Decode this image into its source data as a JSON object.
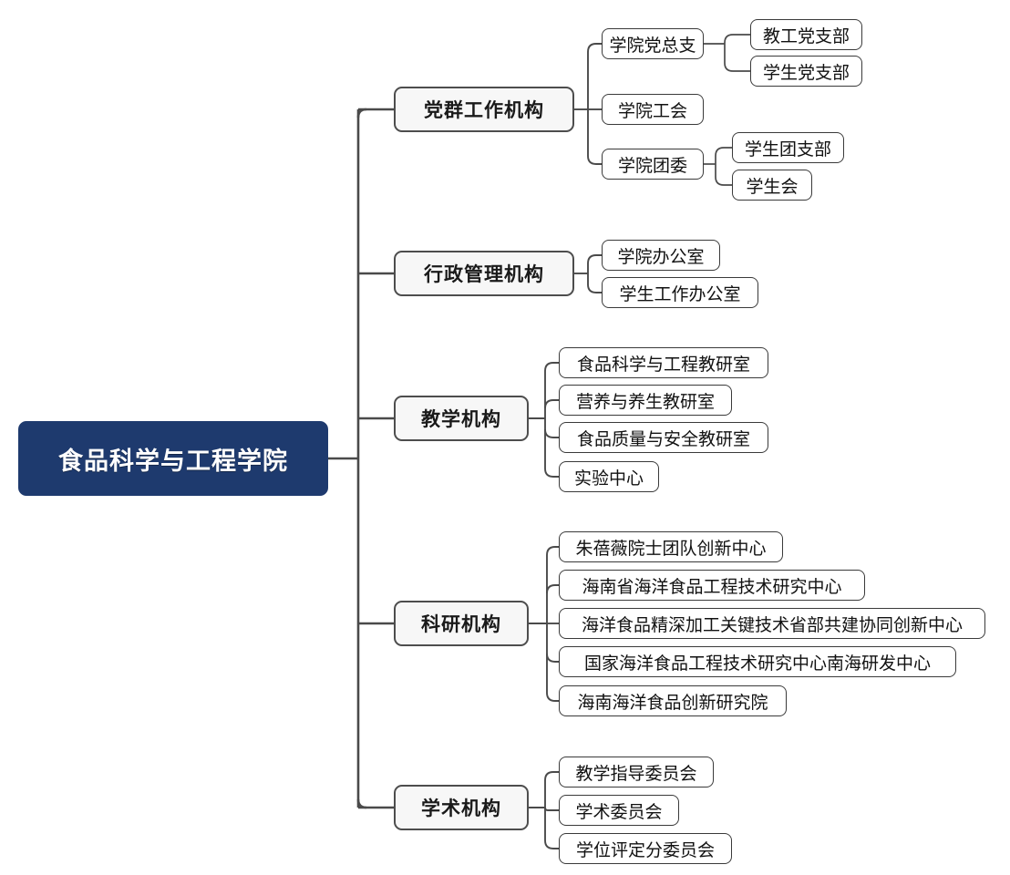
{
  "diagram": {
    "type": "organization-tree",
    "orientation": "left-to-right",
    "colors": {
      "root_fill": "#1e3a6e",
      "root_text": "#ffffff",
      "category_fill": "#f7f7f7",
      "category_border": "#4d4d4d",
      "leaf_fill": "#ffffff",
      "leaf_border": "#3a3a3a",
      "connector": "#4a4a4a",
      "background": "#ffffff"
    },
    "root": {
      "label": "食品科学与工程学院"
    },
    "branches": [
      {
        "label": "党群工作机构",
        "children": [
          {
            "label": "学院党总支",
            "children": [
              {
                "label": "教工党支部"
              },
              {
                "label": "学生党支部"
              }
            ]
          },
          {
            "label": "学院工会",
            "children": []
          },
          {
            "label": "学院团委",
            "children": [
              {
                "label": "学生团支部"
              },
              {
                "label": "学生会"
              }
            ]
          }
        ]
      },
      {
        "label": "行政管理机构",
        "children": [
          {
            "label": "学院办公室",
            "children": []
          },
          {
            "label": "学生工作办公室",
            "children": []
          }
        ]
      },
      {
        "label": "教学机构",
        "children": [
          {
            "label": "食品科学与工程教研室",
            "children": []
          },
          {
            "label": "营养与养生教研室",
            "children": []
          },
          {
            "label": "食品质量与安全教研室",
            "children": []
          },
          {
            "label": "实验中心",
            "children": []
          }
        ]
      },
      {
        "label": "科研机构",
        "children": [
          {
            "label": "朱蓓薇院士团队创新中心",
            "children": []
          },
          {
            "label": "海南省海洋食品工程技术研究中心",
            "children": []
          },
          {
            "label": "海洋食品精深加工关键技术省部共建协同创新中心",
            "children": []
          },
          {
            "label": "国家海洋食品工程技术研究中心南海研发中心",
            "children": []
          },
          {
            "label": "海南海洋食品创新研究院",
            "children": []
          }
        ]
      },
      {
        "label": "学术机构",
        "children": [
          {
            "label": "教学指导委员会",
            "children": []
          },
          {
            "label": "学术委员会",
            "children": []
          },
          {
            "label": "学位评定分委员会",
            "children": []
          }
        ]
      }
    ]
  }
}
